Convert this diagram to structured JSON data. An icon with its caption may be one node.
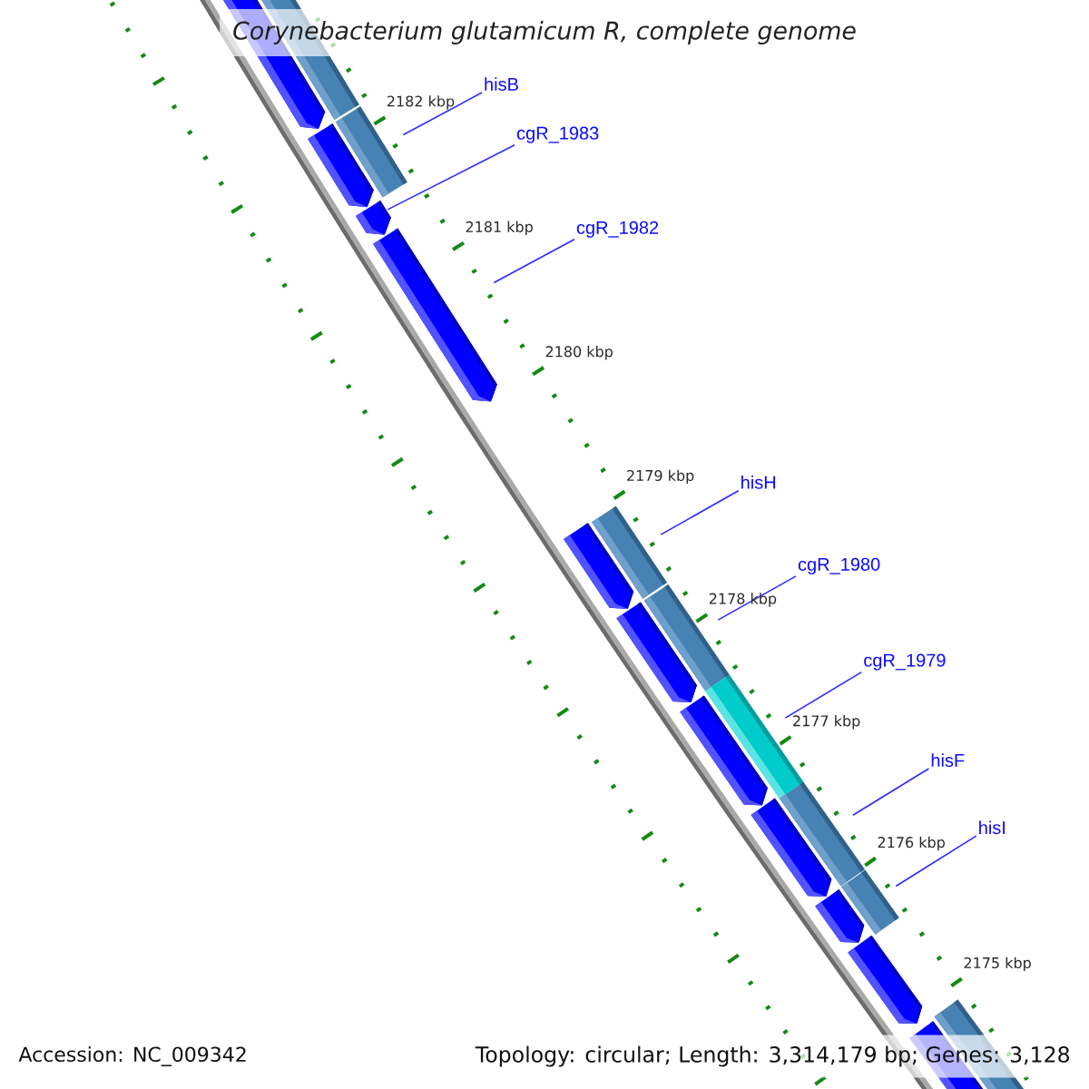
{
  "diagram": {
    "title": "Corynebacterium glutamicum R, complete genome",
    "nodes": [
      {
        "text": [
          "hisB"
        ]
      },
      {
        "text": [
          "cgR_1983"
        ]
      },
      {
        "text": [
          "cgR_1982"
        ]
      },
      {
        "text": [
          "hisH"
        ]
      },
      {
        "text": [
          "cgR_1980"
        ]
      },
      {
        "text": [
          "cgR_1979"
        ]
      },
      {
        "text": [
          "hisF"
        ]
      },
      {
        "text": [
          "hisI"
        ]
      },
      {
        "text": [],
        "shape": "arrow"
      },
      {
        "text": [],
        "shape": "bar"
      },
      {
        "text": [],
        "shape": "arrow"
      },
      {
        "text": [],
        "shape": "bar"
      },
      {
        "text": [],
        "shape": "arrow"
      },
      {
        "text": [],
        "shape": "arrow"
      },
      {
        "text": [],
        "shape": "arrow"
      },
      {
        "text": [],
        "shape": "bar"
      },
      {
        "text": [],
        "shape": "arrow"
      },
      {
        "text": [],
        "shape": "bar"
      },
      {
        "text": [],
        "shape": "arrow"
      },
      {
        "text": [],
        "shape": "bar"
      },
      {
        "text": [],
        "shape": "arrow"
      },
      {
        "text": [],
        "shape": "bar"
      },
      {
        "text": [],
        "shape": "arrow"
      },
      {
        "text": [],
        "shape": "bar"
      },
      {
        "text": [],
        "shape": "arrow"
      },
      {
        "text": [],
        "shape": "arrow"
      },
      {
        "text": [],
        "shape": "bar"
      }
    ],
    "edges": [
      {
        "from": 0,
        "to": 11,
        "arrow": "none"
      },
      {
        "from": 1,
        "to": 12,
        "arrow": "none"
      },
      {
        "from": 2,
        "to": 13,
        "arrow": "none"
      },
      {
        "from": 3,
        "to": 15,
        "arrow": "none"
      },
      {
        "from": 4,
        "to": 17,
        "arrow": "none"
      },
      {
        "from": 5,
        "to": 19,
        "arrow": "none"
      },
      {
        "from": 6,
        "to": 21,
        "arrow": "none"
      },
      {
        "from": 7,
        "to": 23,
        "arrow": "none"
      }
    ],
    "labels": [
      "2182 kbp",
      "2181 kbp",
      "2180 kbp",
      "2179 kbp",
      "2178 kbp",
      "2177 kbp",
      "2176 kbp",
      "2175 kbp",
      "Accession: NC_009342",
      "Topology: circular; Length: 3,314,179 bp; Genes: 3,128"
    ]
  }
}
